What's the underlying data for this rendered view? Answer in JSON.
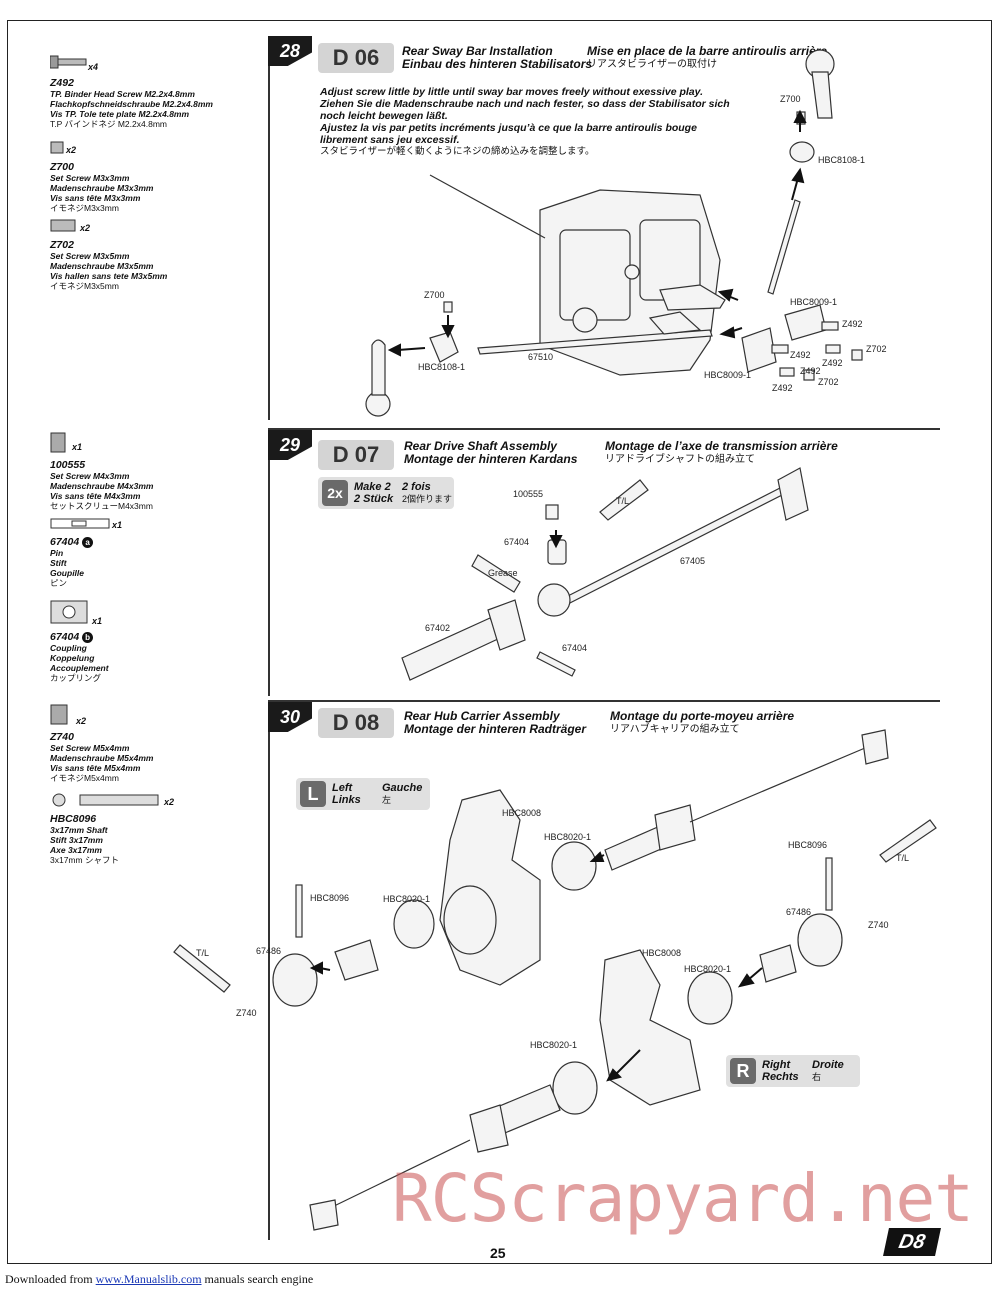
{
  "sidebar": {
    "parts": [
      {
        "count": "x4",
        "code": "Z492",
        "desc": [
          "TP. Binder Head Screw M2.2x4.8mm",
          "Flachkopfschneidschraube M2.2x4.8mm",
          "Vis TP. Tole tete plate M2.2x4.8mm"
        ],
        "jp": "T.P バインドネジ M2.2x4.8mm"
      },
      {
        "count": "x2",
        "code": "Z700",
        "desc": [
          "Set Screw M3x3mm",
          "Madenschraube M3x3mm",
          "Vis sans tête M3x3mm"
        ],
        "jp": "イモネジM3x3mm"
      },
      {
        "count": "x2",
        "code": "Z702",
        "desc": [
          "Set Screw M3x5mm",
          "Madenschraube M3x5mm",
          "Vis  hallen sans tete M3x5mm"
        ],
        "jp": "イモネジM3x5mm"
      },
      {
        "count": "x1",
        "code": "100555",
        "desc": [
          "Set Screw M4x3mm",
          "Madenschraube M4x3mm",
          "Vis sans tête M4x3mm"
        ],
        "jp": "セットスクリューM4x3mm"
      },
      {
        "count": "x1",
        "code": "67404",
        "marker": "a",
        "desc": [
          "Pin",
          "Stift",
          "Goupille"
        ],
        "jp": "ピン"
      },
      {
        "count": "x1",
        "code": "67404",
        "marker": "b",
        "desc": [
          "Coupling",
          "Koppelung",
          "Accouplement"
        ],
        "jp": "カップリング"
      },
      {
        "count": "x2",
        "code": "Z740",
        "desc": [
          "Set Screw M5x4mm",
          "Madenschraube M5x4mm",
          "Vis sans tête M5x4mm"
        ],
        "jp": "イモネジM5x4mm"
      },
      {
        "count": "x2",
        "code": "HBC8096",
        "desc": [
          "3x17mm Shaft",
          "Stift 3x17mm",
          "Axe 3x17mm"
        ],
        "jp": "3x17mm シャフト"
      }
    ]
  },
  "steps": [
    {
      "num": "28",
      "code": "D 06",
      "title_en": "Rear Sway Bar Installation",
      "title_de": "Einbau des hinteren Stabilisators",
      "title_fr": "Mise en place de la barre antiroulis arrière",
      "title_jp": "リアスタビライザーの取付け"
    },
    {
      "num": "29",
      "code": "D 07",
      "title_en": "Rear Drive Shaft Assembly",
      "title_de": "Montage der hinteren Kardans",
      "title_fr": "Montage de l’axe de transmission arrière",
      "title_jp": "リアドライブシャフトの組み立て"
    },
    {
      "num": "30",
      "code": "D 08",
      "title_en": "Rear Hub Carrier Assembly",
      "title_de": "Montage der hinteren Radträger",
      "title_fr": "Montage du porte-moyeu arrière",
      "title_jp": "リアハブキャリアの組み立て"
    }
  ],
  "instructions": {
    "en": "Adjust screw little by little until sway bar moves freely without exessive play.",
    "de": "Ziehen Sie die Madenschraube nach und nach fester, so dass der Stabilisator sich noch leicht bewegen läßt.",
    "fr": "Ajustez la vis par petits incréments jusqu’à ce que la barre antiroulis bouge librement sans jeu excessif.",
    "jp": "スタビライザーが軽く動くようにネジの締め込みを調整します。"
  },
  "make2": {
    "icon": "2x",
    "en": "Make 2",
    "de": "2 Stück",
    "fr": "2 fois",
    "jp": "2個作ります"
  },
  "left_badge": {
    "icon": "L",
    "en": "Left",
    "de": "Links",
    "fr": "Gauche",
    "jp": "左"
  },
  "right_badge": {
    "icon": "R",
    "en": "Right",
    "de": "Rechts",
    "fr": "Droite",
    "jp": "右"
  },
  "callouts": {
    "s28": [
      "Z700",
      "HBC8108-1",
      "HBC8009-1",
      "Z492",
      "Z492",
      "Z702",
      "Z700",
      "67510",
      "HBC8108-1",
      "Z492",
      "Z492",
      "HBC8009-1",
      "Z492",
      "Z702"
    ],
    "s29": [
      "100555",
      "T/L",
      "67404",
      "Grease",
      "67405",
      "67402",
      "67404"
    ],
    "s30": [
      "HBC8008",
      "HBC8020-1",
      "HBC8096",
      "T/L",
      "Z740",
      "67486",
      "HBC8096",
      "HBC8020-1",
      "T/L",
      "67486",
      "Z740",
      "HBC8008",
      "HBC8020-1",
      "HBC8020-1"
    ]
  },
  "page_number": "25",
  "brand": "D8",
  "watermark": "RCScrapyard.net",
  "footer": {
    "prefix": "Downloaded from ",
    "link": "www.Manualslib.com",
    "suffix": " manuals search engine"
  }
}
